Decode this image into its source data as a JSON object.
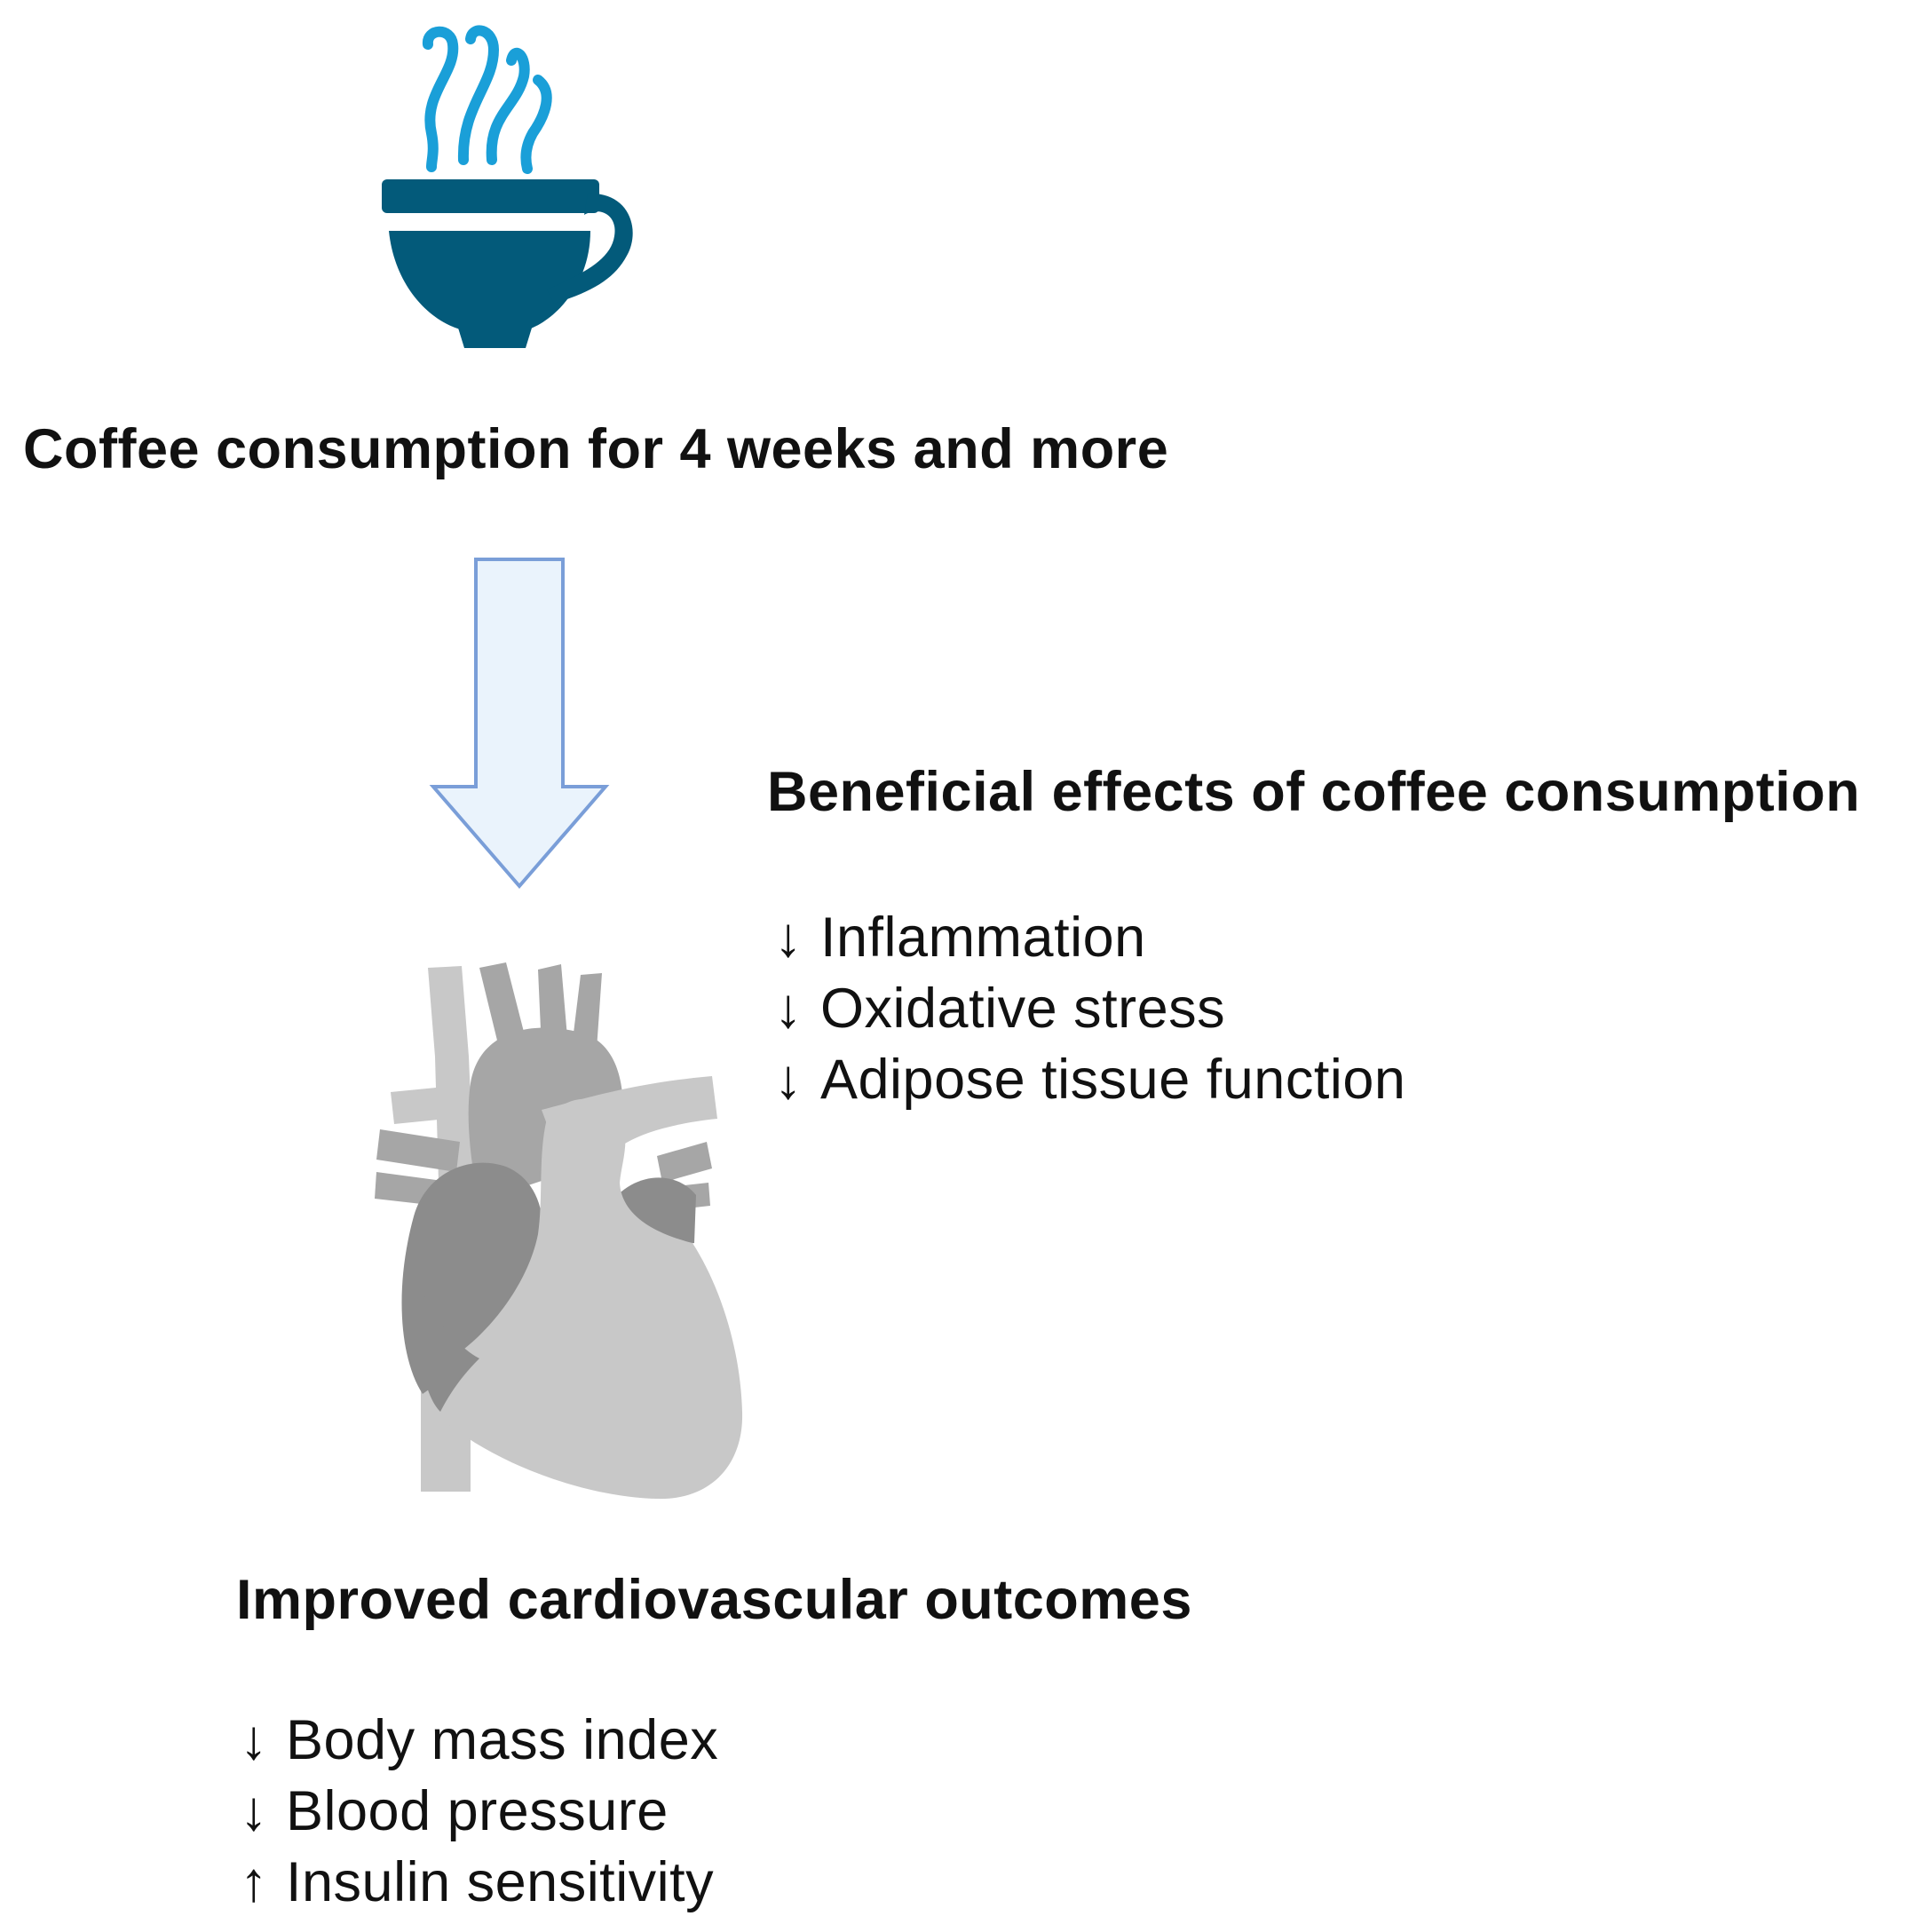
{
  "colors": {
    "steam": "#1a9fd8",
    "cup": "#035a7a",
    "arrow_fill": "#eaf3fc",
    "arrow_stroke": "#7a9ed8",
    "heart_light": "#c8c8c8",
    "heart_mid": "#a6a6a6",
    "heart_dark": "#8c8c8c",
    "text": "#111111"
  },
  "icons": {
    "cup": "coffee-cup-icon",
    "heart": "heart-icon",
    "flow_arrow": "down-arrow-icon"
  },
  "top": {
    "heading": "Coffee consumption for 4 weeks and more"
  },
  "effects": {
    "heading": "Beneficial effects of coffee consumption",
    "items": [
      {
        "arrow": "↓",
        "label": "Inflammation"
      },
      {
        "arrow": "↓",
        "label": "Oxidative stress"
      },
      {
        "arrow": "↓",
        "label": "Adipose tissue function"
      }
    ]
  },
  "outcomes": {
    "heading": "Improved cardiovascular outcomes",
    "items": [
      {
        "arrow": "↓",
        "label": "Body mass index"
      },
      {
        "arrow": "↓",
        "label": "Blood pressure"
      },
      {
        "arrow": "↑",
        "label": "Insulin sensitivity"
      }
    ]
  }
}
